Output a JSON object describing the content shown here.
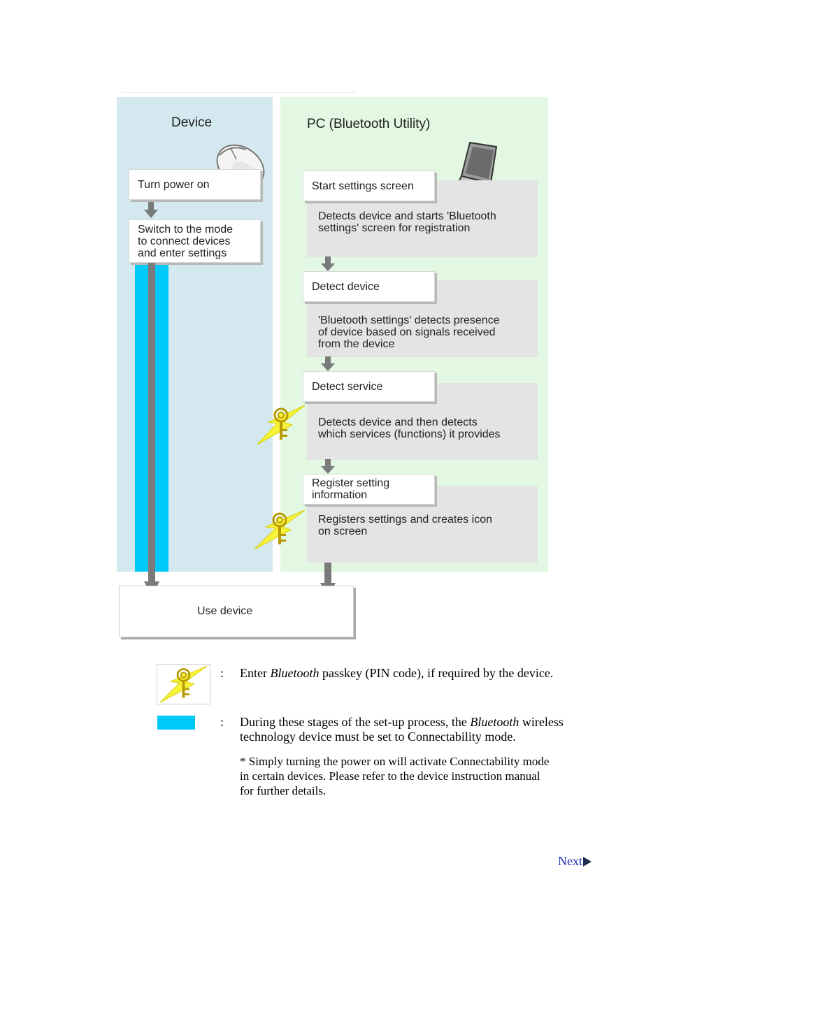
{
  "diagram": {
    "lanes": {
      "device": "Device",
      "pc": "PC (Bluetooth Utility)"
    },
    "device_steps": [
      {
        "label": "Turn power on"
      },
      {
        "label": "Switch to the mode\nto connect devices\nand enter settings"
      }
    ],
    "pc_steps": [
      {
        "label": "Start settings screen",
        "description": "Detects device and starts 'Bluetooth\nsettings' screen for registration"
      },
      {
        "label": "Detect device",
        "description": "'Bluetooth settings' detects presence\nof device based on signals received\nfrom the device"
      },
      {
        "label": "Detect service",
        "description": "Detects device and then detects\nwhich services (functions) it provides"
      },
      {
        "label": "Register setting\ninformation",
        "description": "Registers settings and creates icon\non screen"
      }
    ],
    "final_step": "Use device",
    "colors": {
      "device_lane": "#d3e8ef",
      "pc_lane": "#e2f8e2",
      "connectability_bar": "#00c8f8",
      "passkey_icon": "#f7f23a",
      "arrow": "#7a7a7a"
    },
    "icons": [
      "mouse-icon",
      "laptop-icon",
      "passkey-icon"
    ]
  },
  "legend": {
    "colon": ":",
    "passkey": {
      "pre": "Enter ",
      "italic": "Bluetooth",
      "post": " passkey (PIN code), if required by the device."
    },
    "connectability": {
      "line1_pre": "During these stages of the set-up process, the ",
      "line1_italic": "Bluetooth",
      "line1_post": " wireless",
      "line2": "technology device must be set to Connectability mode."
    },
    "note": "* Simply turning the power on will activate Connectability mode\nin certain devices. Please refer to the device instruction manual\nfor further details."
  },
  "nav": {
    "next_label": "Next"
  }
}
